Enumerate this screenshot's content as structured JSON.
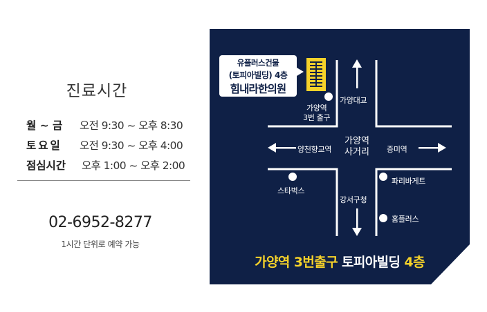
{
  "hours": {
    "title": "진료시간",
    "rows": [
      {
        "day": "월 ~ 금",
        "time": "오전 9:30 ~ 오후 8:30"
      },
      {
        "day": "토요일",
        "time": "오전 9:30 ~ 오후 4:00"
      },
      {
        "day": "점심시간",
        "time": "오후 1:00 ~ 오후 2:00"
      }
    ]
  },
  "contact": {
    "phone": "02-6952-8277",
    "note": "1시간 단위로 예약 가능"
  },
  "map": {
    "building": {
      "line1": "유플러스건물",
      "line2_prefix": "(토피아빌딩)",
      "line2_floor": "4층",
      "line3": "힘내라한의원"
    },
    "labels": {
      "exit": "가양역\n3번 출구",
      "bridge": "가양대교",
      "intersection": "가양역\n사거리",
      "west": "양천향교역",
      "east": "증미역",
      "starbucks": "스타벅스",
      "paris": "파리바게트",
      "gangseo": "강서구청",
      "homeplus": "홈플러스"
    },
    "bottom": {
      "p1": "가양역 3번출구",
      "p2": " 토피아빌딩 ",
      "p3": "4층"
    },
    "colors": {
      "background": "#0f2046",
      "highlight": "#f6d22a",
      "building": "#f6d22a"
    }
  }
}
